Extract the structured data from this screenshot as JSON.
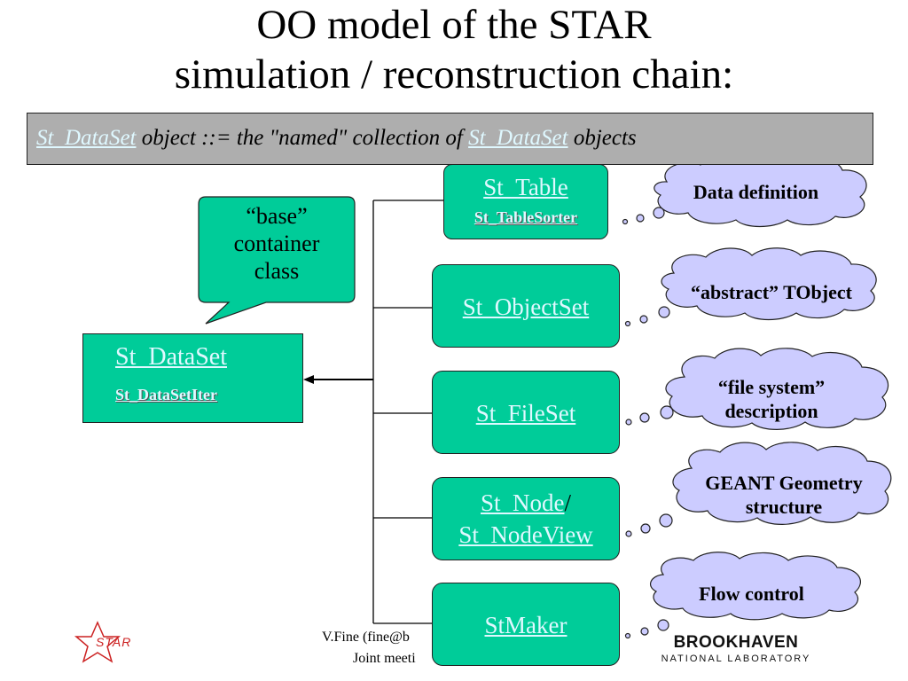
{
  "title": {
    "line1": "OO model of the STAR",
    "line2": "simulation / reconstruction chain:"
  },
  "definition": {
    "term1": "St_DataSet",
    "mid": " object ::= the \"named\" collection of ",
    "term2": "St_DataSet",
    "end": " objects"
  },
  "base_callout": {
    "line1": "“base”",
    "line2": "container",
    "line3": "class"
  },
  "dataset_box": {
    "name": "St_DataSet",
    "iter": "St_DataSetIter"
  },
  "nodes": {
    "table": {
      "name": "St_Table",
      "sub": "St_TableSorter"
    },
    "objectset": {
      "name": "St_ObjectSet"
    },
    "fileset": {
      "name": "St_FileSet"
    },
    "node": {
      "name": "St_Node",
      "slash": "/",
      "view": "St_NodeView"
    },
    "maker": {
      "name": "StMaker"
    }
  },
  "clouds": {
    "data_definition": "Data definition",
    "abstract_tobject": "“abstract” TObject",
    "file_system_1": "“file system”",
    "file_system_2": "description",
    "geant_1": "GEANT Geometry",
    "geant_2": "structure",
    "flow_control": "Flow control"
  },
  "footer": {
    "author": "V.Fine (fine@b",
    "meeting": "Joint meeti"
  },
  "logos": {
    "star": "STAR",
    "bnl_main": "BROOKHAVEN",
    "bnl_sub": "NATIONAL LABORATORY"
  },
  "colors": {
    "node_fill": "#00cc99",
    "link_text": "#dff8ff",
    "cloud_fill": "#ccccff",
    "banner_fill": "#aeaeae",
    "star_logo": "#cc2222"
  }
}
